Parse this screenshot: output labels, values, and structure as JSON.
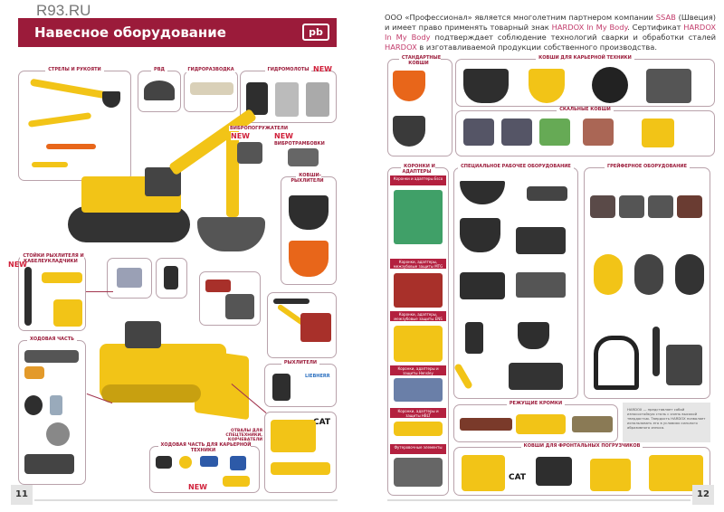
{
  "watermark": "R93.RU",
  "left_page": {
    "title": "Навесное оборудование",
    "logo": "pb",
    "sections": {
      "booms": "СТРЕЛЫ И РУКОЯТИ",
      "hoses": "РВД",
      "hydro_lines": "ГИДРОРАЗВОДКА",
      "hammers": "ГИДРОМОЛОТЫ",
      "vibro": "ВИБРОПОГРУЖАТЕЛИ",
      "compactors": "ВИБРОТРАМБОВКИ",
      "ripper_buckets": "КОВШИ-РЫХЛИТЕЛИ",
      "ripper_shanks": "СТОЙКИ РЫХЛИТЕЛЯ И КАБЕЛЕУКЛАДЧИКИ",
      "undercarriage": "ХОДОВАЯ ЧАСТЬ",
      "rippers": "РЫХЛИТЕЛИ",
      "blades": "ОТВАЛЫ ДЛЯ СПЕЦТЕХНИКИ, КОРЧЕВАТЕЛИ",
      "mining_undercarriage": "ХОДОВАЯ ЧАСТЬ ДЛЯ КАРЬЕРНОЙ ТЕХНИКИ"
    },
    "new_badge": "NEW",
    "brands": {
      "liebherr": "LIEBHERR",
      "cat": "CAT"
    },
    "page_number": "11"
  },
  "right_page": {
    "intro": {
      "p1": "ООО «Профессионал» является многолетним партнером компании ",
      "ssab": "SSAB",
      "p2": " (Швеция) и имеет право применять товарный знак ",
      "hardox1": "HARDOX In My Body",
      "p3": ". Сертификат ",
      "hardox2": "HARDOX In My Body",
      "p4": " подтверждает соблюдение технологий сварки и обработки сталей ",
      "hardox3": "HARDOX",
      "p5": " в изготавливаемой продукции собственного производства."
    },
    "sections": {
      "standard": "СТАНДАРТНЫЕ КОВШИ",
      "mining": "КОВШИ ДЛЯ КАРЬЕРНОЙ ТЕХНИКИ",
      "rock": "СКАЛЬНЫЕ КОВШИ",
      "teeth": "КОРОНКИ И АДАПТЕРЫ",
      "special": "СПЕЦИАЛЬНОЕ РАБОЧЕЕ ОБОРУДОВАНИЕ",
      "grab": "ГРЕЙФЕРНОЕ ОБОРУДОВАНИЕ",
      "edges": "РЕЖУЩИЕ КРОМКИ",
      "loader": "КОВШИ ДЛЯ ФРОНТАЛЬНЫХ ПОГРУЗЧИКОВ"
    },
    "teeth_subs": [
      "Коронки и адаптеры Esco",
      "Коронки, адаптеры, межзубовые защиты MTG",
      "Коронки, адаптеры, межзубовые защиты ENS",
      "Коронки, адаптеры и защиты Hensley",
      "Коронки, адаптеры и защиты HBLT",
      "Футеровочные элементы"
    ],
    "note": "HARDOX — представляет собой износостойкую сталь с очень высокой твердостью. Твердость HARDOX позволяет использовать его в условиях сильного абразивного износа.",
    "brands": {
      "cat": "CAT"
    },
    "page_number": "12"
  }
}
